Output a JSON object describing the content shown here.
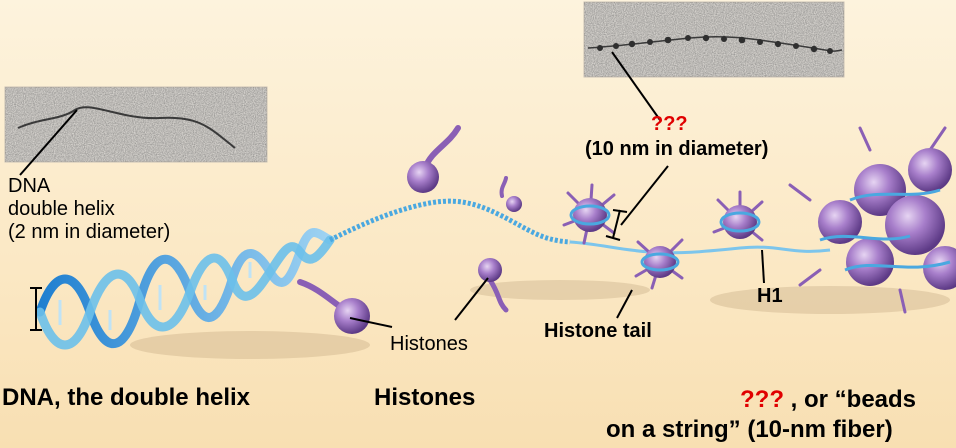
{
  "labels": {
    "dna_helix_line1": "DNA",
    "dna_helix_line2": "double helix",
    "dna_helix_line3": "(2 nm in diameter)",
    "unknown_marker": "???",
    "ten_nm": "(10 nm in diameter)",
    "histones_callout": "Histones",
    "histone_tail": "Histone tail",
    "h1": "H1"
  },
  "captions": {
    "dna": "DNA, the double helix",
    "histones": "Histones",
    "beads_unknown": "???",
    "beads_line1_rest": " , or “beads",
    "beads_line2": "on a string” (10-nm fiber)"
  },
  "colors": {
    "helix_blue": "#4aa8e0",
    "histone_purple": "#9a6fc0",
    "background": "#fbe8c4",
    "question_red": "#e00000"
  }
}
